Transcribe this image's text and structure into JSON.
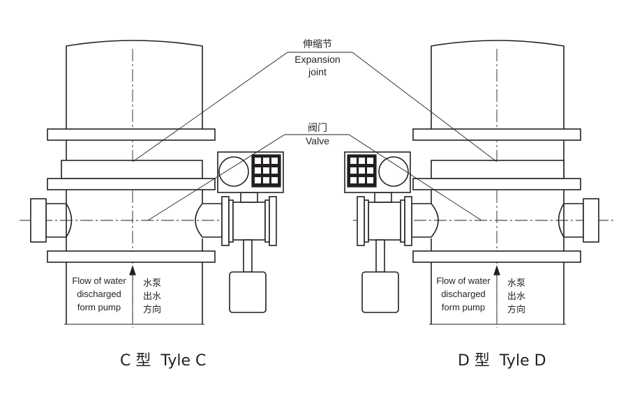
{
  "callouts": {
    "expansion_joint": {
      "zh": "伸缩节",
      "en_line1": "Expansion",
      "en_line2": "joint"
    },
    "valve": {
      "zh": "阀门",
      "en": "Valve"
    }
  },
  "flow_label": {
    "en_line1": "Flow of water",
    "en_line2": "discharged",
    "en_line3": "form pump",
    "zh_line1": "水泵",
    "zh_line2": "出水",
    "zh_line3": "方向"
  },
  "figures": {
    "left": {
      "title": "C 型  Tyle C"
    },
    "right": {
      "title": "D 型  Tyle D"
    }
  },
  "colors": {
    "ink": "#231f20",
    "background": "#ffffff"
  }
}
